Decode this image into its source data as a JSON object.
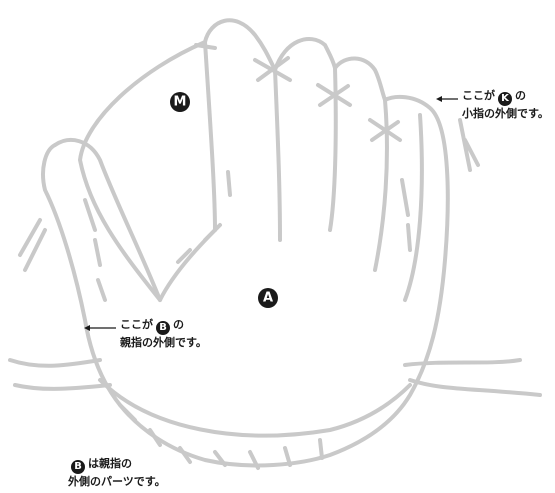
{
  "markers": {
    "m": "M",
    "a": "A"
  },
  "notes": {
    "k_pre": "ここが",
    "k_letter": "K",
    "k_post": "の",
    "k_line2": "小指の外側です。",
    "b_pre": "ここが",
    "b_letter": "B",
    "b_post": "の",
    "b_line2": "親指の外側です。",
    "legend_letter": "B",
    "legend_line1": "は親指の",
    "legend_line2": "外側のパーツです。"
  },
  "colors": {
    "outline": "#c9c9c9",
    "ink": "#1a1a1a"
  }
}
